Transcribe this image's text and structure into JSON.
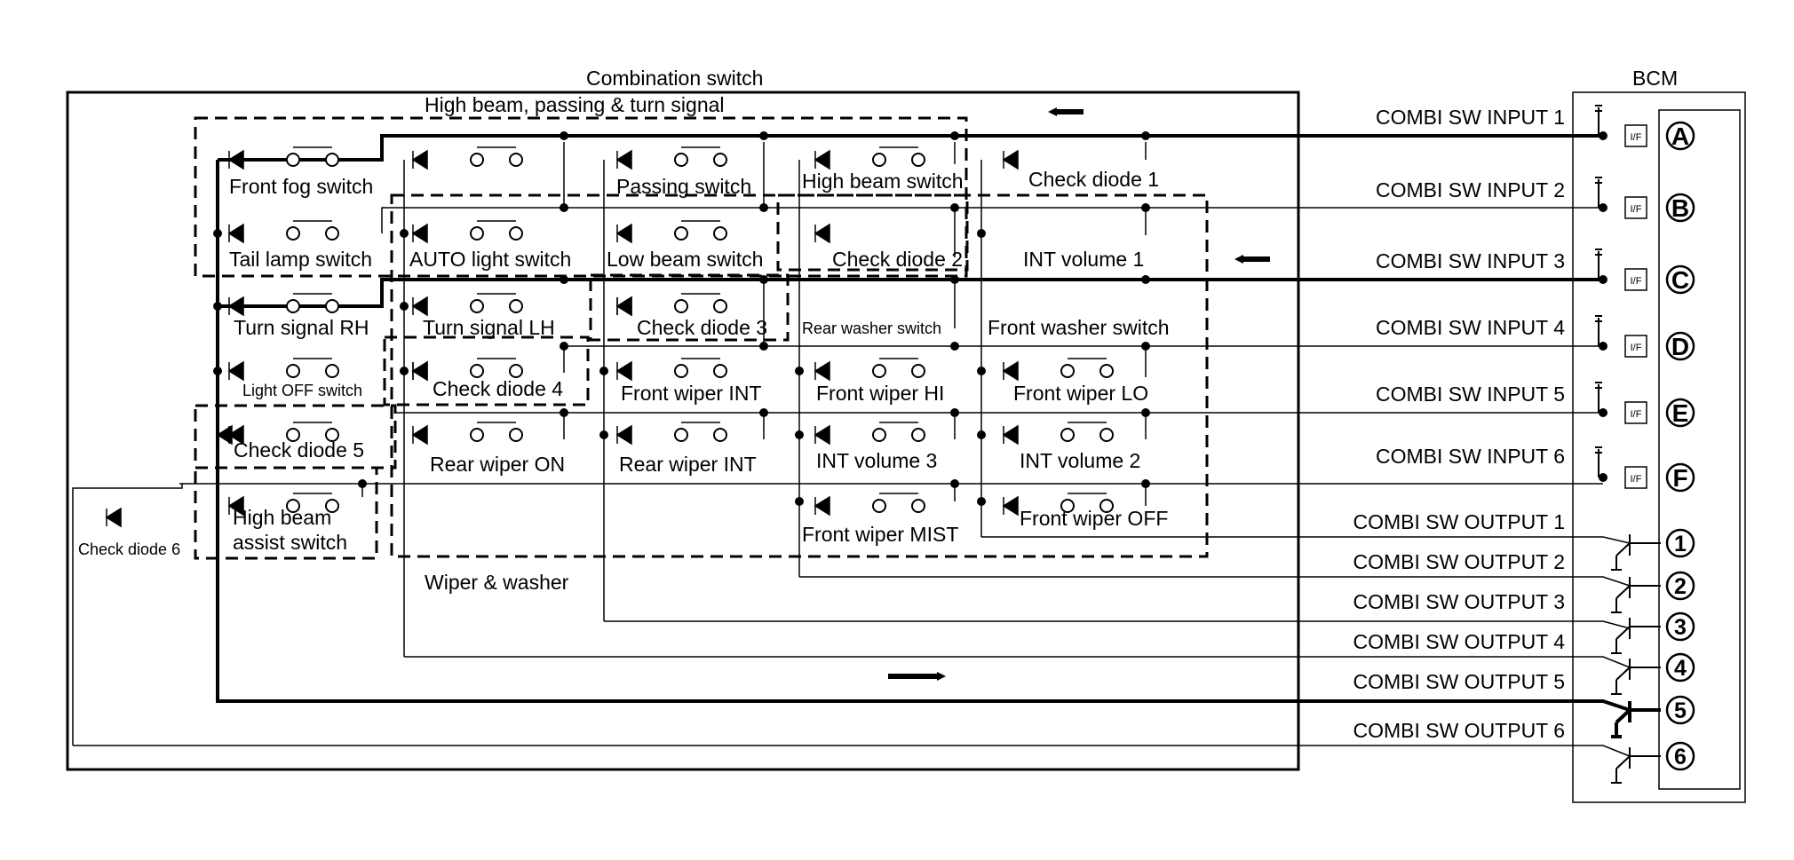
{
  "title": "Combination switch",
  "bcm": "BCM",
  "groups": {
    "high_beam": "High beam, passing & turn signal",
    "wiper": "Wiper & washer"
  },
  "components": [
    {
      "id": "front-fog-switch",
      "label": "Front fog switch"
    },
    {
      "id": "passing-switch",
      "label": "Passing switch"
    },
    {
      "id": "high-beam-switch",
      "label": "High beam switch"
    },
    {
      "id": "check-diode-1",
      "label": "Check diode 1"
    },
    {
      "id": "tail-lamp-switch",
      "label": "Tail lamp switch"
    },
    {
      "id": "auto-light-switch",
      "label": "AUTO light switch"
    },
    {
      "id": "low-beam-switch",
      "label": "Low beam switch"
    },
    {
      "id": "check-diode-2",
      "label": "Check diode 2"
    },
    {
      "id": "int-volume-1",
      "label": "INT volume 1"
    },
    {
      "id": "turn-signal-rh",
      "label": "Turn signal RH"
    },
    {
      "id": "turn-signal-lh",
      "label": "Turn signal LH"
    },
    {
      "id": "check-diode-3",
      "label": "Check diode 3"
    },
    {
      "id": "rear-washer-switch",
      "label": "Rear washer switch"
    },
    {
      "id": "front-washer-switch",
      "label": "Front washer switch"
    },
    {
      "id": "light-off-switch",
      "label": "Light OFF switch"
    },
    {
      "id": "check-diode-4",
      "label": "Check diode 4"
    },
    {
      "id": "front-wiper-int",
      "label": "Front wiper INT"
    },
    {
      "id": "front-wiper-hi",
      "label": "Front wiper HI"
    },
    {
      "id": "front-wiper-lo",
      "label": "Front wiper LO"
    },
    {
      "id": "check-diode-5",
      "label": "Check diode 5"
    },
    {
      "id": "rear-wiper-on",
      "label": "Rear wiper ON"
    },
    {
      "id": "rear-wiper-int",
      "label": "Rear wiper INT"
    },
    {
      "id": "int-volume-3",
      "label": "INT volume 3"
    },
    {
      "id": "int-volume-2",
      "label": "INT volume 2"
    },
    {
      "id": "high-beam-assist-1",
      "label": "High beam"
    },
    {
      "id": "high-beam-assist-2",
      "label": "assist switch"
    },
    {
      "id": "front-wiper-mist",
      "label": "Front wiper MIST"
    },
    {
      "id": "front-wiper-off",
      "label": "Front wiper OFF"
    },
    {
      "id": "check-diode-6",
      "label": "Check diode 6"
    }
  ],
  "inputs": [
    {
      "label": "COMBI SW INPUT 1",
      "pin": "A",
      "iface": "I/F"
    },
    {
      "label": "COMBI SW INPUT 2",
      "pin": "B",
      "iface": "I/F"
    },
    {
      "label": "COMBI SW INPUT 3",
      "pin": "C",
      "iface": "I/F"
    },
    {
      "label": "COMBI SW INPUT 4",
      "pin": "D",
      "iface": "I/F"
    },
    {
      "label": "COMBI SW INPUT 5",
      "pin": "E",
      "iface": "I/F"
    },
    {
      "label": "COMBI SW INPUT 6",
      "pin": "F",
      "iface": "I/F"
    }
  ],
  "outputs": [
    {
      "label": "COMBI SW OUTPUT 1",
      "pin": "1"
    },
    {
      "label": "COMBI SW OUTPUT 2",
      "pin": "2"
    },
    {
      "label": "COMBI SW OUTPUT 3",
      "pin": "3"
    },
    {
      "label": "COMBI SW OUTPUT 4",
      "pin": "4"
    },
    {
      "label": "COMBI SW OUTPUT 5",
      "pin": "5"
    },
    {
      "label": "COMBI SW OUTPUT 6",
      "pin": "6"
    }
  ]
}
